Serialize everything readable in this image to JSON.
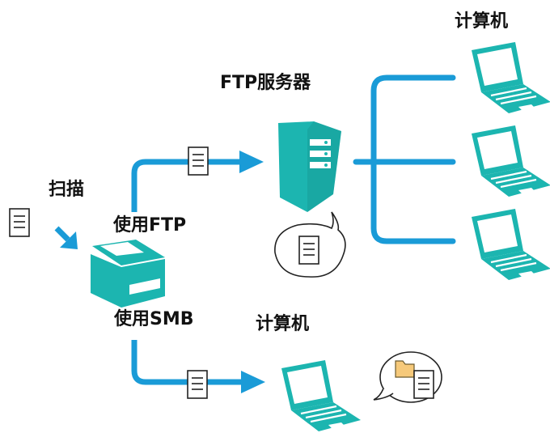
{
  "labels": {
    "computers_top": "计算机",
    "ftp_server": "FTP服务器",
    "scan": "扫描",
    "use_ftp": "使用FTP",
    "use_smb": "使用SMB",
    "computer_bottom": "计算机"
  },
  "colors": {
    "accent": "#1a9bd7",
    "device": "#1cb5b0",
    "device_light": "#ffffff",
    "text": "#111111"
  },
  "icons": [
    "document-icon",
    "printer-icon",
    "server-icon",
    "laptop-icon",
    "folder-icon",
    "speech-bubble-icon",
    "arrow-icon"
  ]
}
